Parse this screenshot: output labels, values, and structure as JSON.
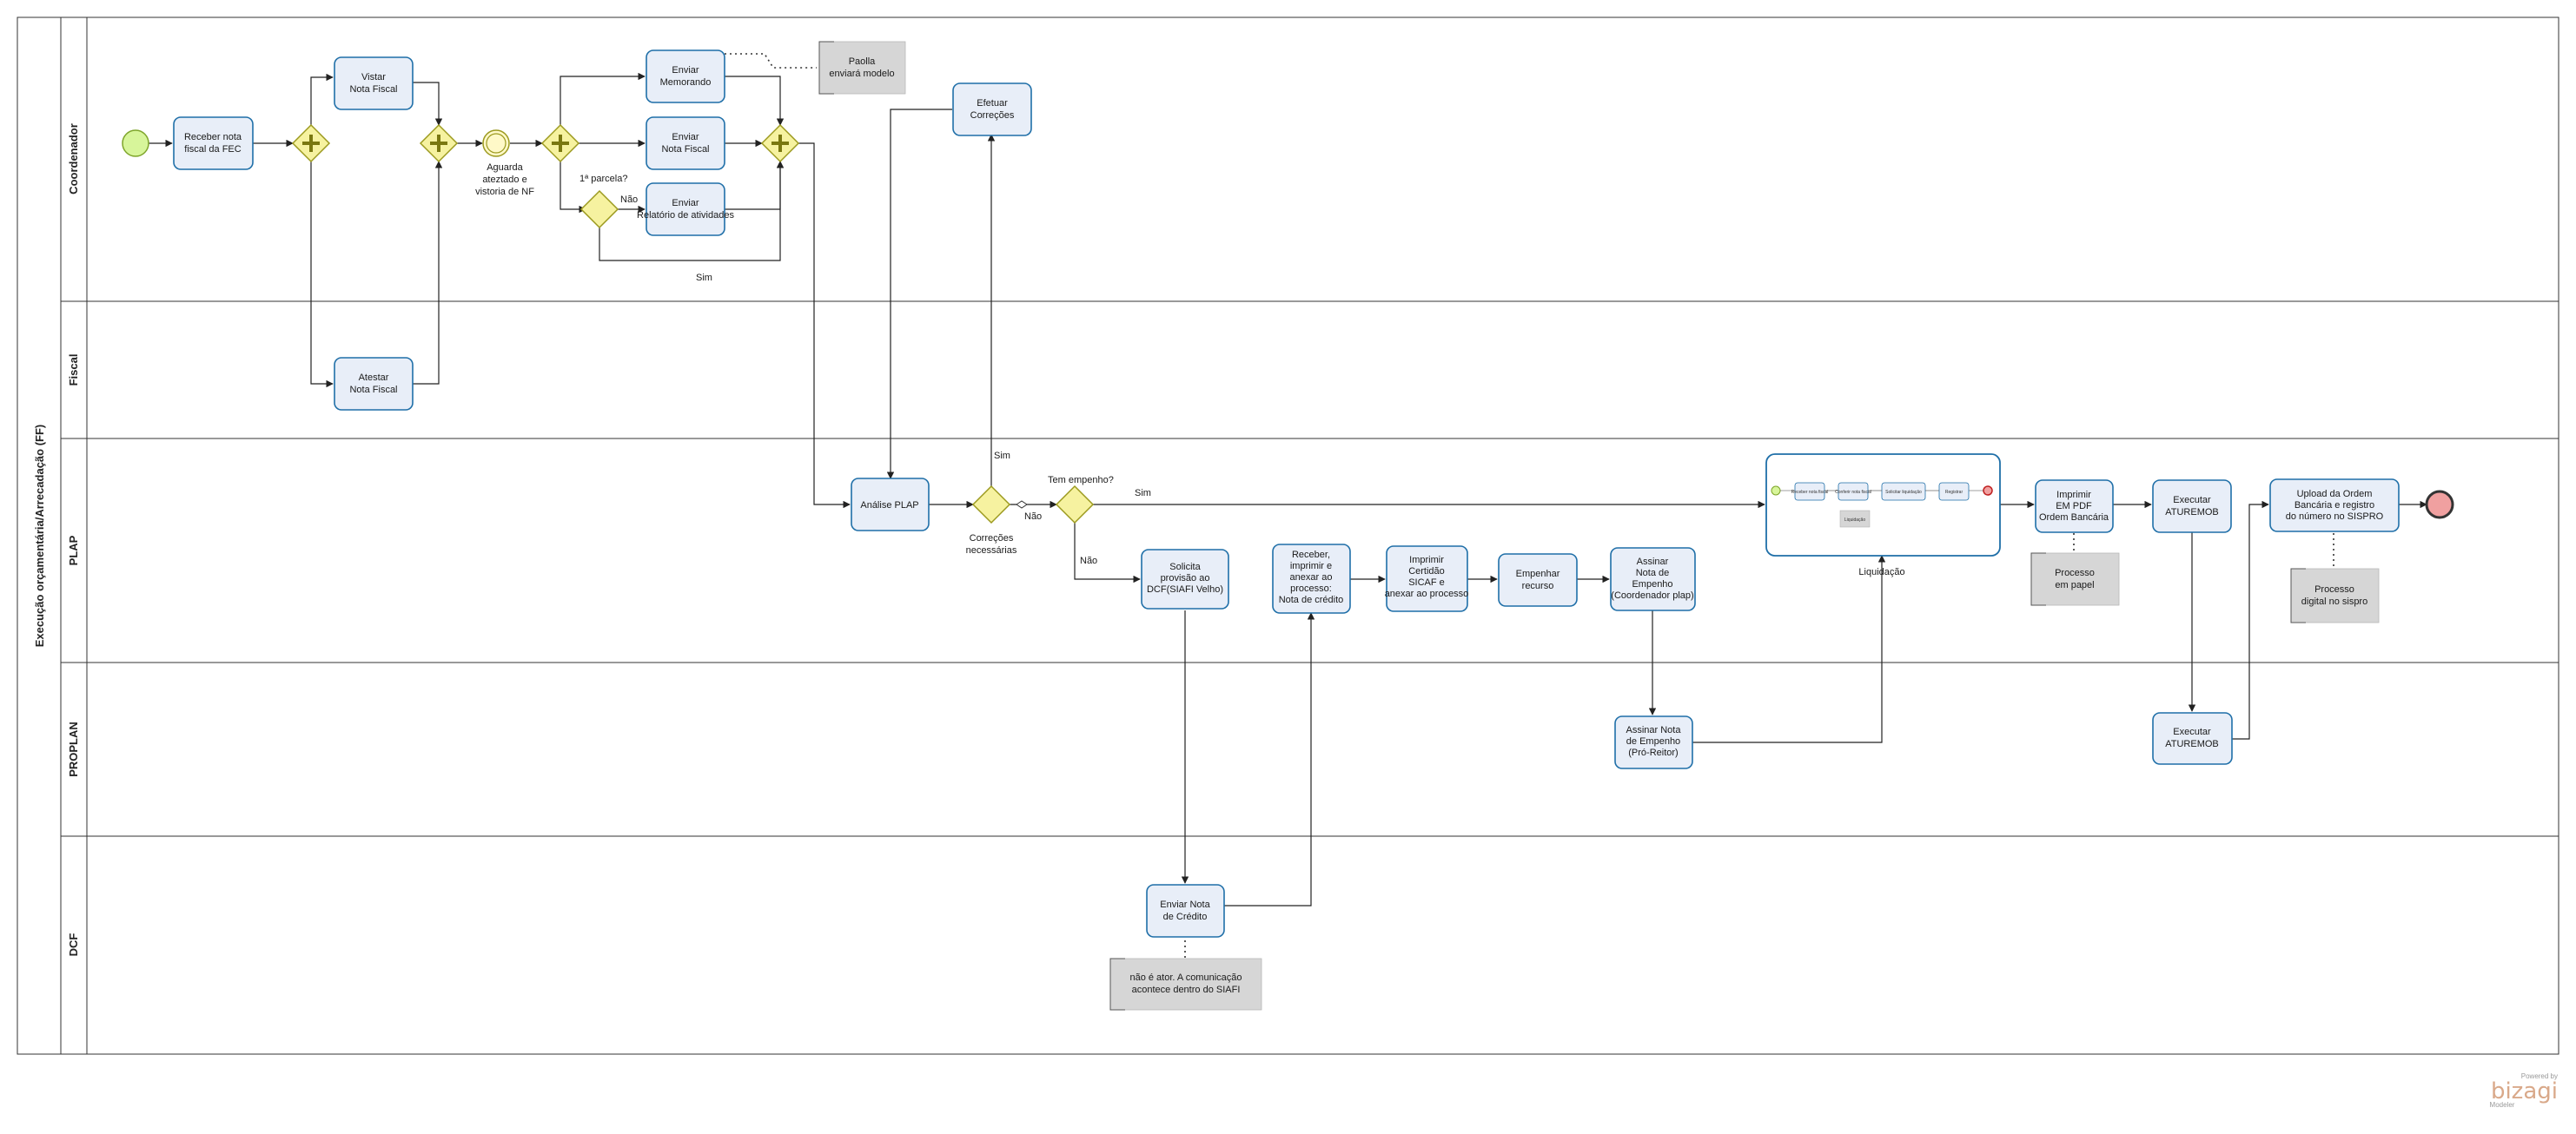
{
  "pool": {
    "title": "Execução orçamentária/Arrecadação (FF)",
    "lanes": [
      "Coordenador",
      "Fiscal",
      "PLAP",
      "PROPLAN",
      "DCF"
    ]
  },
  "tasks": {
    "receber_nota": "Receber nota fiscal da FEC",
    "vistar_nota": "Vistar Nota Fiscal",
    "atestar_nota": "Atestar Nota Fiscal",
    "enviar_memorando": "Enviar Memorando",
    "enviar_nota_fiscal": "Enviar Nota Fiscal",
    "enviar_relatorio": "Enviar Relatório de atividades",
    "efetuar_correcoes": "Efetuar Correções",
    "analise_plap": "Análise PLAP",
    "solicita_provisao": "Solicita provisão ao DCF(SIAFI Velho)",
    "receber_imprimir": "Receber, imprimir e anexar ao processo: Nota de crédito",
    "imprimir_certidao": "Imprimir Certidão SICAF e anexar ao processo",
    "empenhar_recurso": "Empenhar recurso",
    "assinar_coord": "Assinar Nota de Empenho (Coordenador plap)",
    "assinar_pro": "Assinar Nota de Empenho (Pró-Reitor)",
    "enviar_nota_credito": "Enviar Nota de Crédito",
    "imprimir_em": "Imprimir EM PDF Ordem Bancária",
    "executar_plap": "Executar ATUREMOB",
    "executar_proplan": "Executar ATUREMOB",
    "upload": "Upload da Ordem Bancária e registro do número no SISPRO"
  },
  "subprocess": {
    "label": "Liquidação",
    "mini_tasks": [
      "Receber nota fiscal",
      "Conferir nota fiscal",
      "Solicitar liquidação",
      "Registrar"
    ],
    "mini_annotation": "Liquidação"
  },
  "labels": {
    "aguarda": "Aguarda ateztado e vistoria de NF",
    "primeira_parcela": "1ª parcela?",
    "nao_parcela": "Não",
    "sim_parcela": "Sim",
    "correcoes": "Correções necessárias",
    "sim_correcoes": "Sim",
    "nao_correcoes": "Não",
    "tem_empenho": "Tem empenho?",
    "sim_empenho": "Sim",
    "nao_empenho": "Não"
  },
  "annotations": {
    "paolla": "Paolla enviará modelo",
    "papel": "Processo em papel",
    "digital": "Processo digital no sispro",
    "nao_ator": "não é ator. A comunicação acontece dentro do SIAFI"
  },
  "footer": {
    "powered": "Powered by",
    "brand": "bizagi",
    "product": "Modeler"
  },
  "colors": {
    "task_fill": "#e8eef8",
    "task_stroke": "#1f6fa8",
    "gateway_fill": "#f6f2a0",
    "gateway_stroke": "#9c9a1f",
    "start_fill": "#d7f59a",
    "end_fill": "#f0a0a0",
    "annotation_fill": "#d6d6d6"
  }
}
